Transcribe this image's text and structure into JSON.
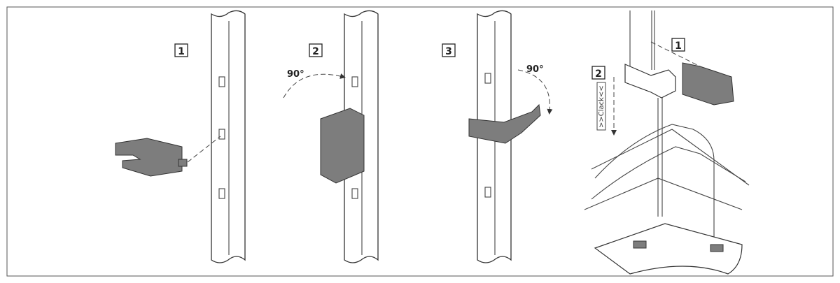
{
  "steps": [
    {
      "number": "1"
    },
    {
      "number": "2",
      "angle": "90°"
    },
    {
      "number": "3",
      "angle": "90°"
    }
  ],
  "assembly": {
    "step1": "1",
    "step2": "2",
    "sound_label": ">>Clack<<"
  },
  "colors": {
    "part": "#7d7d7d",
    "line": "#333333",
    "frame": "#555555"
  }
}
